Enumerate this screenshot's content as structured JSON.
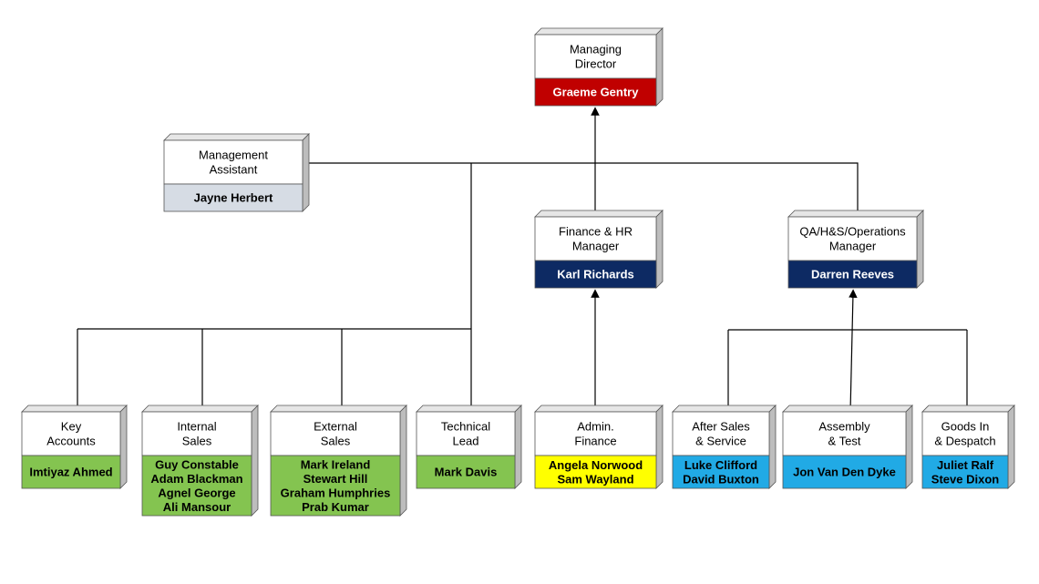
{
  "colors": {
    "title_fill": "#ffffff",
    "line": "#000000",
    "depth_top": "#e6e6e6",
    "depth_side": "#bdbdbd",
    "red": "#c00000",
    "grey": "#d6dce4",
    "navy": "#0d2a63",
    "green": "#84c450",
    "yellow": "#ffff00",
    "blue": "#21aae5"
  },
  "nodes": [
    {
      "id": "managing-director",
      "title": [
        "Managing",
        "Director"
      ],
      "names": [
        "Graeme Gentry"
      ],
      "fill": "red"
    },
    {
      "id": "management-assistant",
      "title": [
        "Management",
        "Assistant"
      ],
      "names": [
        "Jayne Herbert"
      ],
      "fill": "grey"
    },
    {
      "id": "finance-hr-manager",
      "title": [
        "Finance & HR",
        "Manager"
      ],
      "names": [
        "Karl Richards"
      ],
      "fill": "navy"
    },
    {
      "id": "qa-operations-manager",
      "title": [
        "QA/H&S/Operations",
        "Manager"
      ],
      "names": [
        "Darren Reeves"
      ],
      "fill": "navy"
    },
    {
      "id": "key-accounts",
      "title": [
        "Key",
        "Accounts"
      ],
      "names": [
        "Imtiyaz Ahmed"
      ],
      "fill": "green"
    },
    {
      "id": "internal-sales",
      "title": [
        "Internal",
        "Sales"
      ],
      "names": [
        "Guy Constable",
        "Adam Blackman",
        "Agnel George",
        "Ali Mansour"
      ],
      "fill": "green"
    },
    {
      "id": "external-sales",
      "title": [
        "External",
        "Sales"
      ],
      "names": [
        "Mark Ireland",
        "Stewart Hill",
        "Graham Humphries",
        "Prab Kumar"
      ],
      "fill": "green"
    },
    {
      "id": "technical-lead",
      "title": [
        "Technical",
        "Lead"
      ],
      "names": [
        "Mark Davis"
      ],
      "fill": "green"
    },
    {
      "id": "admin-finance",
      "title": [
        "Admin.",
        "Finance"
      ],
      "names": [
        "Angela Norwood",
        "Sam Wayland"
      ],
      "fill": "yellow"
    },
    {
      "id": "after-sales-service",
      "title": [
        "After Sales",
        "& Service"
      ],
      "names": [
        "Luke Clifford",
        "David Buxton"
      ],
      "fill": "blue"
    },
    {
      "id": "assembly-test",
      "title": [
        "Assembly",
        "& Test"
      ],
      "names": [
        "Jon Van Den Dyke"
      ],
      "fill": "blue"
    },
    {
      "id": "goods-in-despatch",
      "title": [
        "Goods In",
        "& Despatch"
      ],
      "names": [
        "Juliet Ralf",
        "Steve Dixon"
      ],
      "fill": "blue"
    }
  ]
}
